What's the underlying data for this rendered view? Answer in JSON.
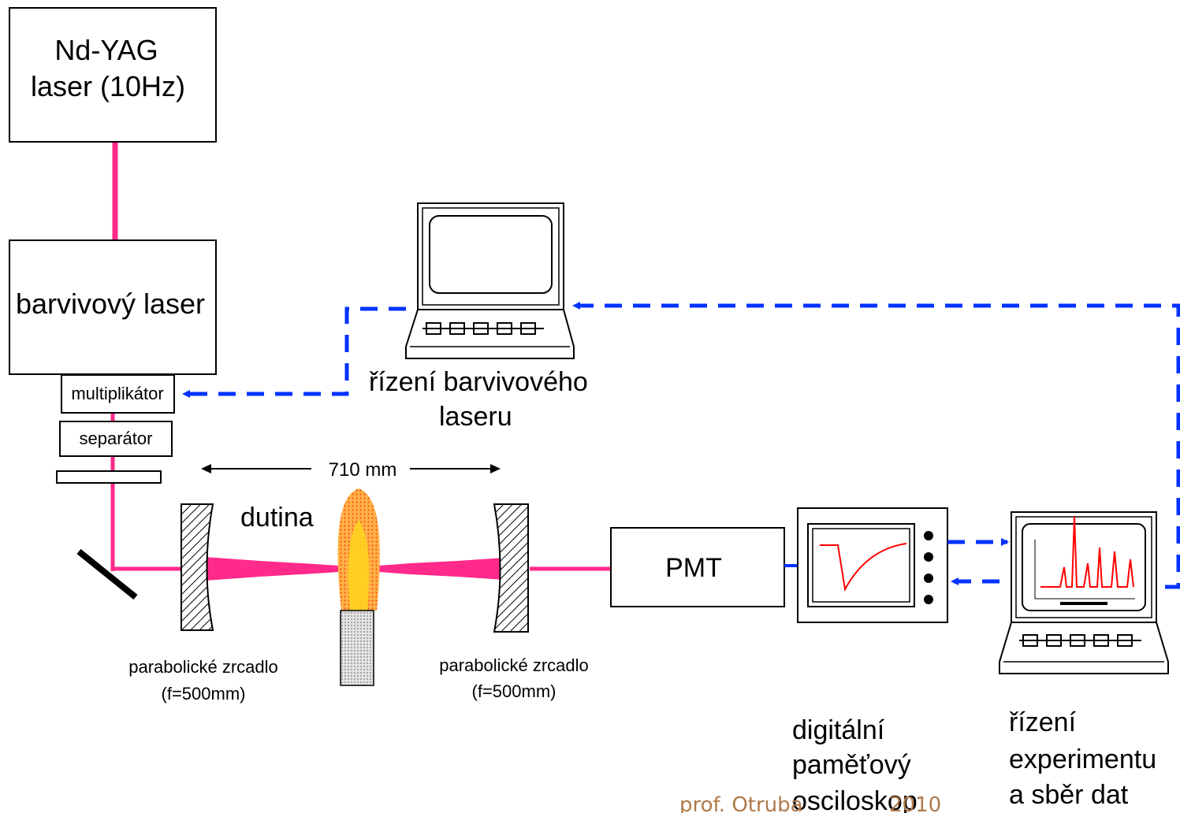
{
  "labels": {
    "ndyag_line1": "Nd-YAG",
    "ndyag_line2": "laser (10Hz)",
    "dye_laser": "barvivový laser",
    "multiplier": "multiplikátor",
    "separator": "separátor",
    "distance": "710 mm",
    "cavity": "dutina",
    "mirror_left_line1": "parabolické zrcadlo",
    "mirror_left_line2": "(f=500mm)",
    "mirror_right_line1": "parabolické zrcadlo",
    "mirror_right_line2": "(f=500mm)",
    "pmt": "PMT",
    "dye_control_line1": "řízení barvivového",
    "dye_control_line2": "laseru",
    "scope_line1": "digitální",
    "scope_line2": "paměťový",
    "scope_line3": "osciloskop",
    "experiment_line1": "řízení",
    "experiment_line2": "experimentu",
    "experiment_line3": "a sběr dat",
    "credit": "prof. Otruba",
    "credit_year": "2010"
  },
  "colors": {
    "laser_beam": "#ff2a8a",
    "signal_link": "#0033ff",
    "flame_outer": "#ff8c1a",
    "flame_inner": "#ffd21f",
    "scope_trace": "#ff0000",
    "credit": "#b07a4a"
  },
  "icons": {
    "computer_dye": "computer-terminal-icon",
    "computer_experiment": "computer-terminal-icon",
    "oscilloscope": "oscilloscope-icon",
    "flame": "flame-icon",
    "mirror_45": "flat-mirror-icon"
  }
}
